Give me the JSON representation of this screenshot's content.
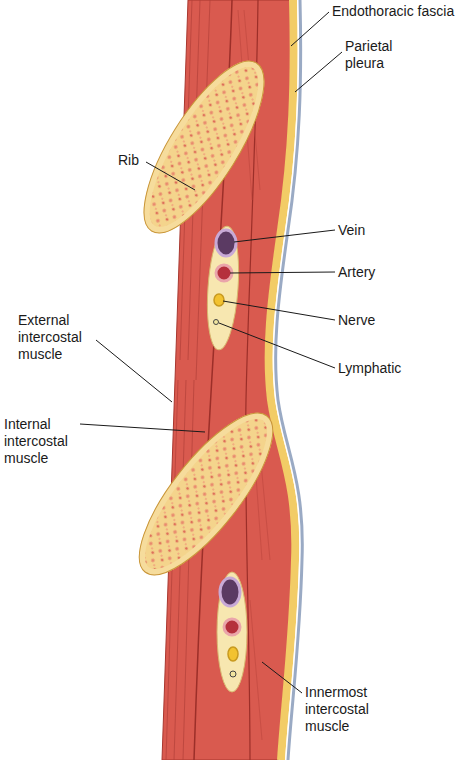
{
  "diagram": {
    "labels": [
      "Endothoracic fascia",
      "Parietal pleura",
      "Rib",
      "Vein",
      "Artery",
      "Nerve",
      "Lymphatic",
      "External intercostal muscle",
      "Internal intercostal muscle",
      "Innermost intercostal muscle"
    ]
  }
}
